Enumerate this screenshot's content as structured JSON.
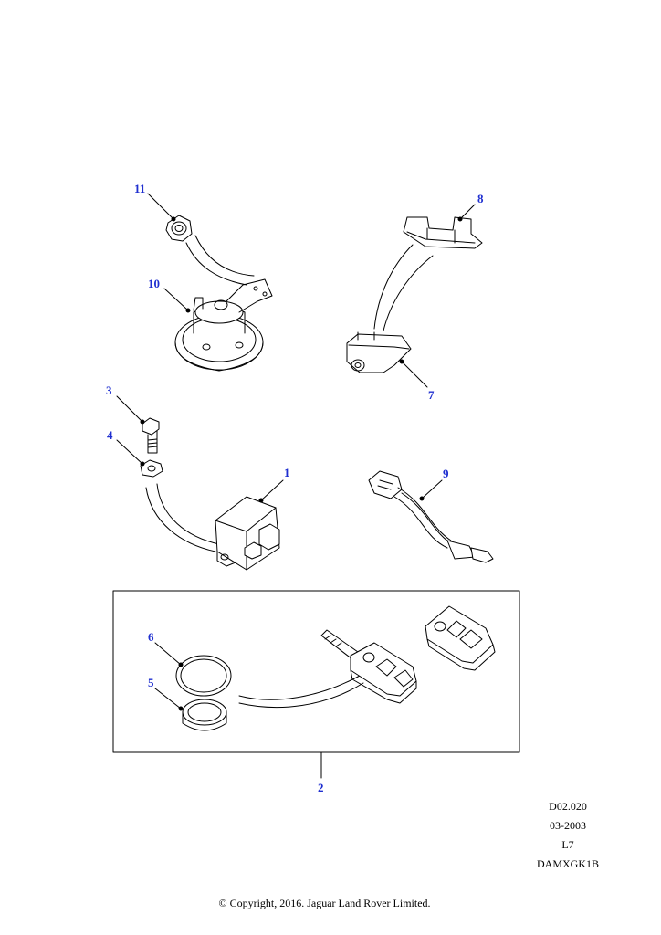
{
  "callouts": {
    "c1": "1",
    "c2": "2",
    "c3": "3",
    "c4": "4",
    "c5": "5",
    "c6": "6",
    "c7": "7",
    "c8": "8",
    "c9": "9",
    "c10": "10",
    "c11": "11"
  },
  "meta": {
    "code": "D02.020",
    "date": "03-2003",
    "section": "L7",
    "ref": "DAMXGK1B"
  },
  "copyright": "© Copyright, 2016. Jaguar Land Rover Limited.",
  "colors": {
    "callout": "#1f2fd0",
    "line": "#000000"
  }
}
